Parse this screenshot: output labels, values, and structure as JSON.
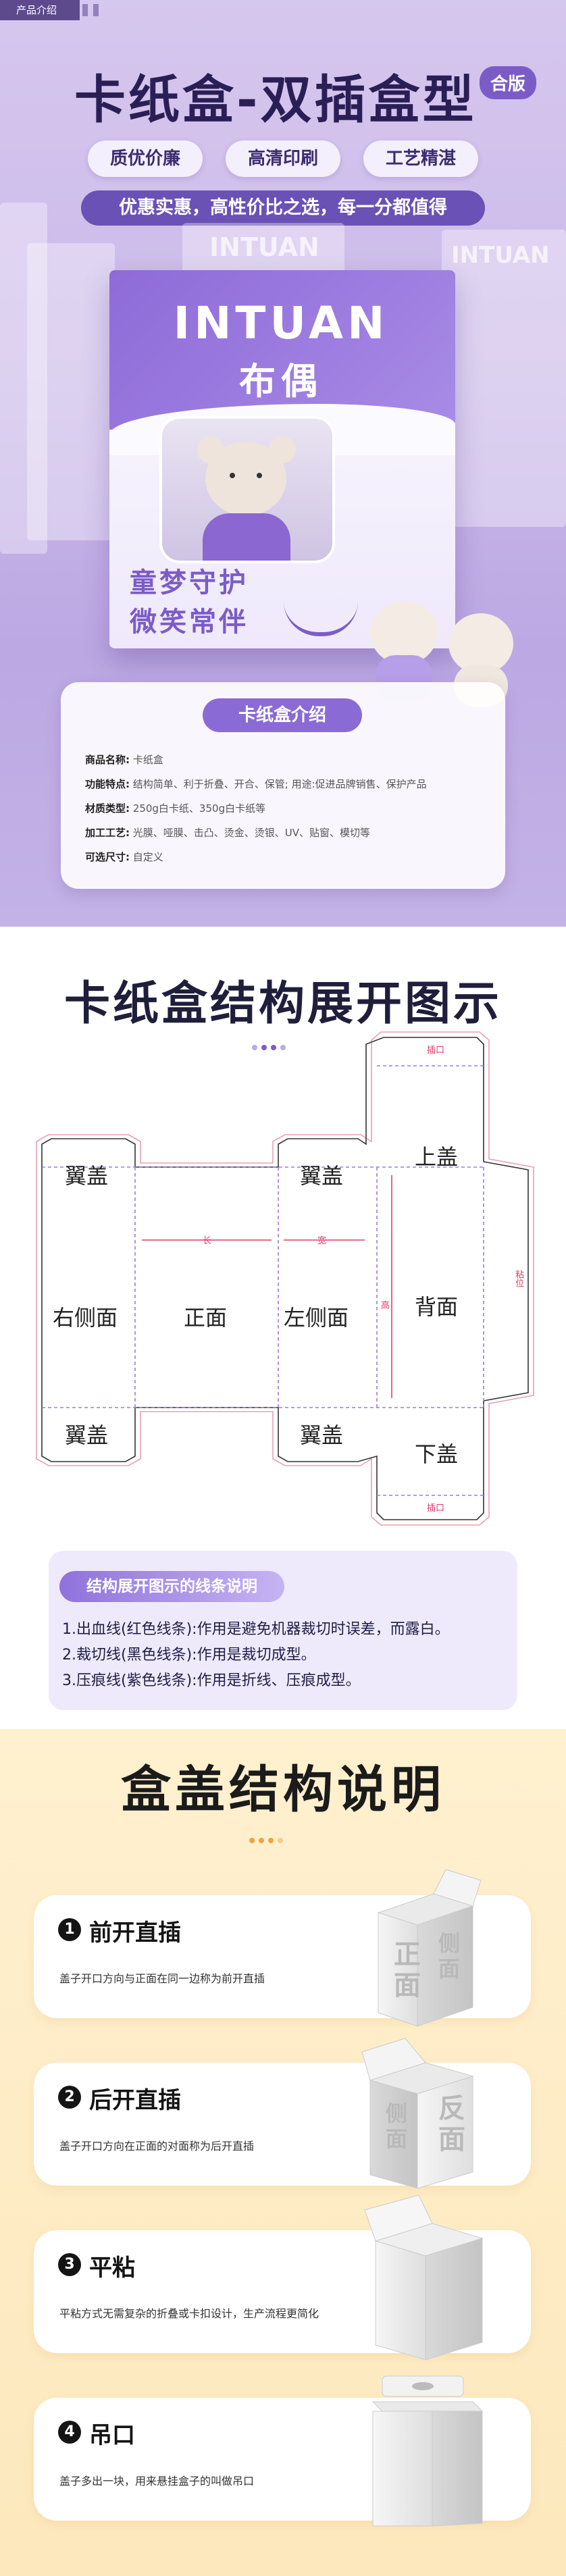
{
  "hero": {
    "tag": "产品介绍",
    "title": "卡纸盒-双插盒型",
    "badge": "合版",
    "features": [
      "质优价廉",
      "高清印刷",
      "工艺精湛"
    ],
    "slogan": "优惠实惠，高性价比之选，每一分都值得",
    "box": {
      "brand": "INTUAN",
      "brand_cn": "布偶",
      "slogan_line1": "童梦守护",
      "slogan_line2": "微笑常伴"
    },
    "background_box_texts": [
      "INTUAN",
      "INTUAN"
    ],
    "info": {
      "heading": "卡纸盒介绍",
      "rows": [
        {
          "label": "商品名称:",
          "value": "卡纸盒"
        },
        {
          "label": "功能特点:",
          "value": "结构简单、利于折叠、开合、保管; 用途:促进品牌销售、保护产品"
        },
        {
          "label": "材质类型:",
          "value": "250g白卡纸、350g白卡纸等"
        },
        {
          "label": "加工工艺:",
          "value": "光膜、哑膜、击凸、烫金、烫银、UV、贴窗、模切等"
        },
        {
          "label": "可选尺寸:",
          "value": "自定义"
        }
      ]
    }
  },
  "diagram": {
    "title": "卡纸盒结构展开图示",
    "panels": {
      "wing_top_left": "翼盖",
      "wing_top_right": "翼盖",
      "wing_bottom_left": "翼盖",
      "wing_bottom_right": "翼盖",
      "right_side": "右侧面",
      "front": "正面",
      "left_side": "左侧面",
      "back": "背面",
      "top_lid": "上盖",
      "bottom_lid": "下盖"
    },
    "dims": {
      "length": "长",
      "width": "宽",
      "height": "高",
      "tuck_top": "插口",
      "tuck_bottom": "插口",
      "glue": "粘位"
    },
    "legend": {
      "heading": "结构展开图示的线条说明",
      "items": [
        "1.出血线(红色线条):作用是避免机器裁切时误差，而露白。",
        "2.裁切线(黑色线条):作用是裁切成型。",
        "3.压痕线(紫色线条):作用是折线、压痕成型。"
      ]
    }
  },
  "lids": {
    "title": "盒盖结构说明",
    "items": [
      {
        "num": "1",
        "title": "前开直插",
        "desc": "盖子开口方向与正面在同一边称为前开直插",
        "box_labels": [
          "正面",
          "侧面"
        ]
      },
      {
        "num": "2",
        "title": "后开直插",
        "desc": "盖子开口方向在正面的对面称为后开直插",
        "box_labels": [
          "侧面",
          "反面"
        ]
      },
      {
        "num": "3",
        "title": "平粘",
        "desc": "平粘方式无需复杂的折叠或卡扣设计，生产流程更简化",
        "box_labels": []
      },
      {
        "num": "4",
        "title": "吊口",
        "desc": "盖子多出一块，用来悬挂盒子的叫做吊口",
        "box_labels": []
      }
    ]
  },
  "colors": {
    "accent_purple": "#7b5cc7",
    "bleed_line": "#e23c6a",
    "crease_line": "#9b7be0",
    "cut_line": "#222222",
    "lid_section_bg": "#fdebc4"
  }
}
